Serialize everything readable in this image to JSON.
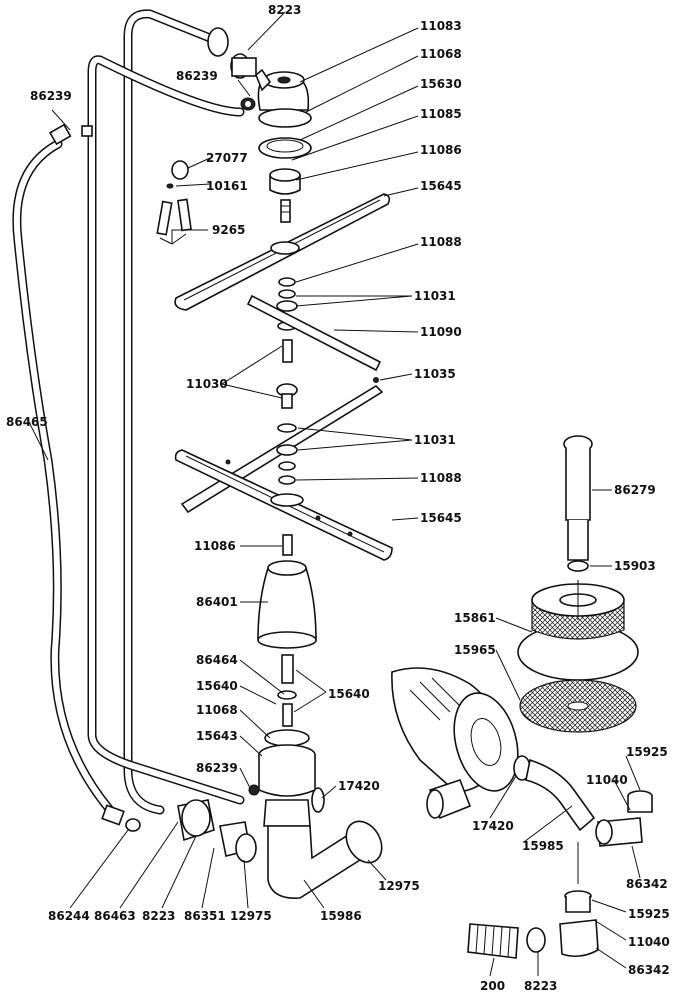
{
  "diagram": {
    "part_numbers": {
      "p8223_top": "8223",
      "p11083": "11083",
      "p11068_top": "11068",
      "p86239_top": "86239",
      "p15630": "15630",
      "p86239_left": "86239",
      "p11085": "11085",
      "p11086_top": "11086",
      "p27077": "27077",
      "p10161": "10161",
      "p15645_top": "15645",
      "p9265": "9265",
      "p11088_top": "11088",
      "p11031_top": "11031",
      "p11090": "11090",
      "p11030": "11030",
      "p11035": "11035",
      "p86465": "86465",
      "p11031_mid": "11031",
      "p11088_mid": "11088",
      "p15645_mid": "15645",
      "p86279": "86279",
      "p11086_mid": "11086",
      "p15903": "15903",
      "p86401": "86401",
      "p15861": "15861",
      "p15965": "15965",
      "p86464": "86464",
      "p15640_left": "15640",
      "p15640_right": "15640",
      "p11068_bot": "11068",
      "p15643": "15643",
      "p15925_top": "15925",
      "p86239_bot": "86239",
      "p17420_right": "17420",
      "p11040_top": "11040",
      "p17420_mid": "17420",
      "p15985": "15985",
      "p86342_top": "86342",
      "p12975_right": "12975",
      "p86244": "86244",
      "p86463": "86463",
      "p8223_bot": "8223",
      "p86351": "86351",
      "p12975_bot": "12975",
      "p15986": "15986",
      "p15925_bot": "15925",
      "p11040_bot": "11040",
      "p86342_bot": "86342",
      "p200": "200",
      "p8223_br": "8223"
    }
  }
}
